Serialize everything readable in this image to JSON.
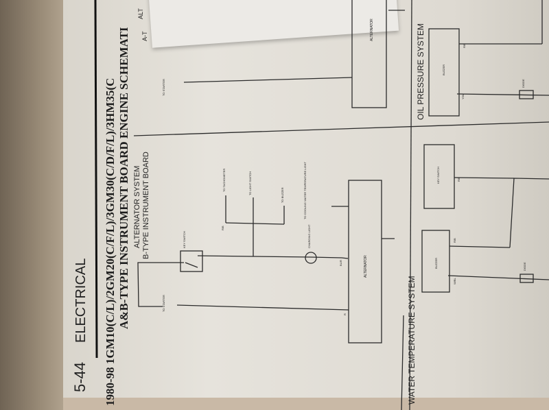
{
  "header": {
    "page_number": "5-44",
    "section": "ELECTRICAL"
  },
  "title": {
    "line1": "1980-98 1GM10(C/L)/2GM20(C/F/L)/3GM30(C/D/F/L)/3HM35(C",
    "line2": "A&B-TYPE INSTRUMENT BOARD ENGINE SCHEMATI"
  },
  "overlap_page": {
    "text1": "ALT",
    "text2": "A-T"
  },
  "alternator_b": {
    "heading": "ALTERNATOR SYSTEM",
    "subheading": "B-TYPE INSTRUMENT BOARD",
    "to_starter": "TO STARTER",
    "key_switch": "KEY SWITCH",
    "to_tachometer": "TO TACHOMETER",
    "to_light_switch": "TO LIGHT SWITCH",
    "to_buzzer": "TO BUZZER",
    "charging_light": "CHARGING LIGHT",
    "to_cooling": "TO COOLING WATER TEMPERATURE LIGHT",
    "alternator": "ALTERNATOR",
    "wire_rb": "R/B",
    "wire_r": "R",
    "wire_blr": "BL/R"
  },
  "alternator_a": {
    "to_starter": "TO STARTER",
    "alternator": "ALTERNATOR"
  },
  "water_temp": {
    "heading": "WATER TEMPERATURE SYSTEM",
    "buzzer": "BUZZER",
    "diode": "DIODE",
    "wire_wbl": "W/BL",
    "wire_rb": "R/B"
  },
  "oil_pressure": {
    "heading": "OIL PRESSURE SYSTEM",
    "key_switch": "KEY SWITCH",
    "buzzer": "BUZZER",
    "diode": "DIODE",
    "wire_rb": "R/B",
    "wire_yw": "Y/W"
  }
}
